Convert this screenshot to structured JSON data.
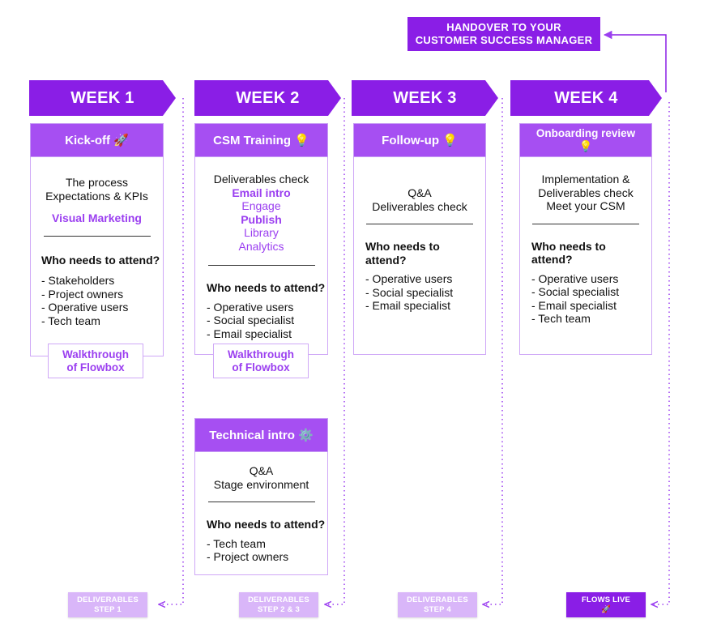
{
  "handover": {
    "line1": "HANDOVER TO YOUR",
    "line2": "CUSTOMER SUCCESS MANAGER"
  },
  "weeks": [
    "WEEK 1",
    "WEEK 2",
    "WEEK 3",
    "WEEK 4"
  ],
  "week1": {
    "head": "Kick-off 🚀",
    "lines": [
      "The process",
      "Expectations & KPIs"
    ],
    "highlight": "Visual Marketing",
    "attend": "Who needs to attend?",
    "people": [
      "- Stakeholders",
      "- Project owners",
      "- Operative users",
      "- Tech team"
    ],
    "walk1": "Walkthrough",
    "walk2": "of Flowbox"
  },
  "week2": {
    "head": "CSM Training 💡",
    "lines": [
      "Deliverables check"
    ],
    "items": [
      "Email intro",
      "Engage",
      "Publish",
      "Library",
      "Analytics"
    ],
    "attend": "Who needs to attend?",
    "people": [
      "- Operative users",
      "- Social specialist",
      "- Email specialist"
    ],
    "walk1": "Walkthrough",
    "walk2": "of Flowbox"
  },
  "technical": {
    "head": "Technical intro ⚙️",
    "lines": [
      "Q&A",
      "Stage environment"
    ],
    "attend": "Who needs to attend?",
    "people": [
      "- Tech team",
      "- Project owners"
    ]
  },
  "week3": {
    "head": "Follow-up 💡",
    "lines": [
      "Q&A",
      "Deliverables check"
    ],
    "attend1": "Who needs to",
    "attend2": "attend?",
    "people": [
      "- Operative users",
      "- Social specialist",
      "- Email specialist"
    ]
  },
  "week4": {
    "head1": "Onboarding review",
    "head2": "💡",
    "lines": [
      "Implementation &",
      "Deliverables check",
      "Meet your CSM"
    ],
    "attend1": "Who needs to",
    "attend2": "attend?",
    "people": [
      "- Operative users",
      "- Social specialist",
      "- Email specialist",
      "- Tech team"
    ]
  },
  "deliverables": [
    {
      "l1": "DELIVERABLES",
      "l2": "STEP 1"
    },
    {
      "l1": "DELIVERABLES",
      "l2": "STEP 2 & 3"
    },
    {
      "l1": "DELIVERABLES",
      "l2": "STEP 4"
    },
    {
      "l1": "FLOWS LIVE",
      "l2": "🚀"
    }
  ],
  "colors": {
    "primary": "#8a1ee6",
    "header": "#a64ff2",
    "light": "#d9b6f9",
    "accent_text": "#9b3ff0"
  }
}
